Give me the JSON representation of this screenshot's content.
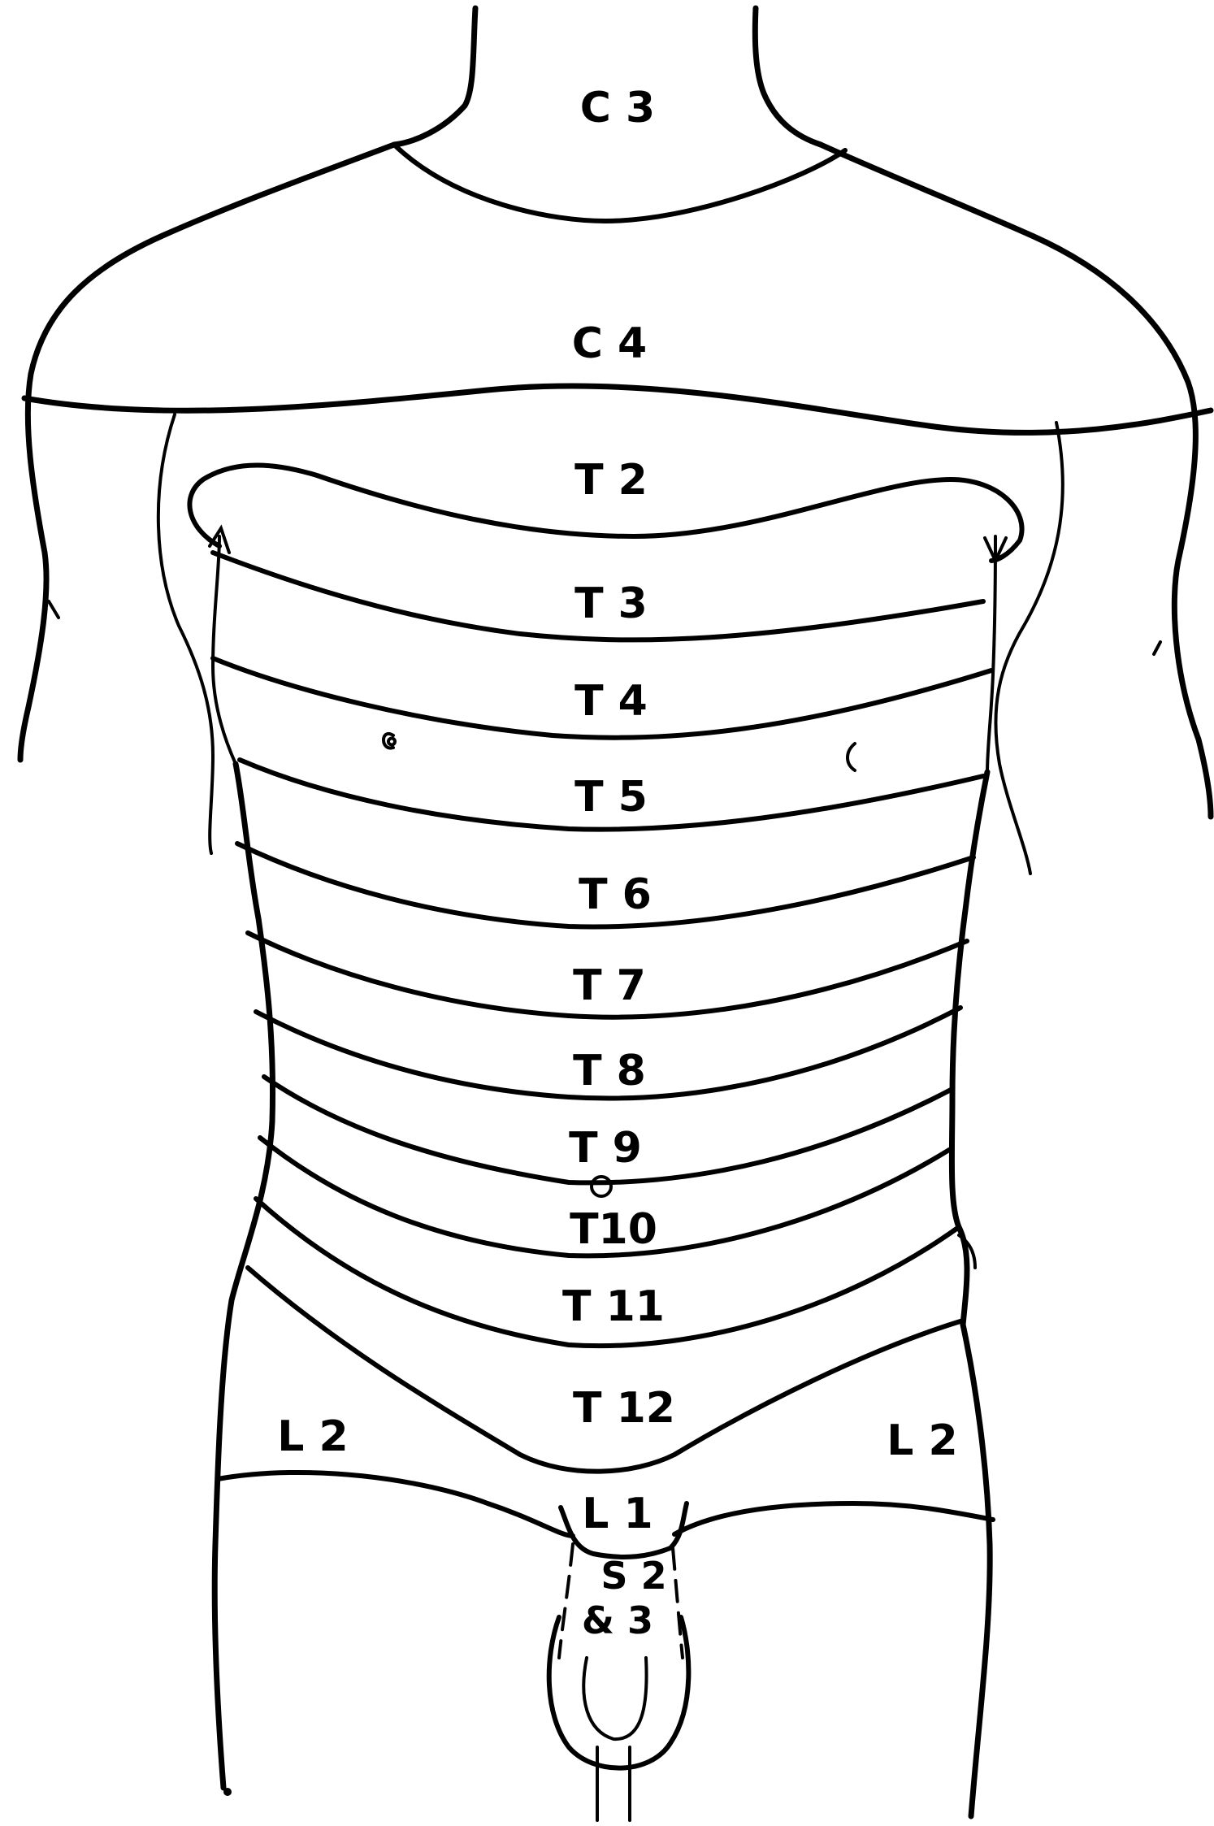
{
  "diagram": {
    "segments": {
      "c3": "C 3",
      "c4": "C 4",
      "t2": "T 2",
      "t3": "T 3",
      "t4": "T 4",
      "t5": "T 5",
      "t6": "T 6",
      "t7": "T 7",
      "t8": "T 8",
      "t9": "T 9",
      "t10": "T10",
      "t11": "T 11",
      "t12": "T 12",
      "l1": "L 1",
      "l2_left": "L 2",
      "l2_right": "L 2",
      "s2": "S 2",
      "s3": "& 3"
    },
    "colors": {
      "line": "#000000",
      "background": "#ffffff"
    }
  }
}
